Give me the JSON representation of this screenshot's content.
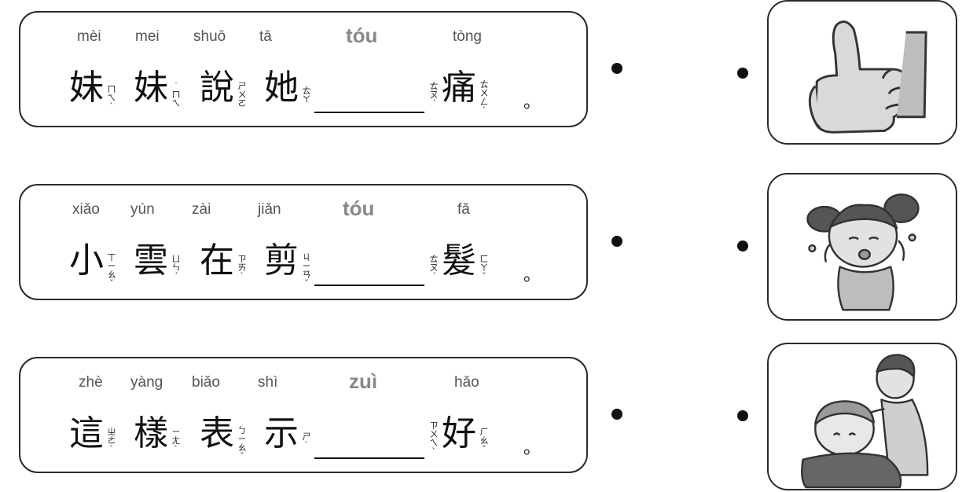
{
  "sentences": [
    {
      "pinyin": [
        "mèi",
        "mei",
        "shuō",
        "tā",
        "tóu",
        "tòng"
      ],
      "hanzi": [
        "妹",
        "妹",
        "說",
        "她",
        "",
        "痛"
      ],
      "zhuyin": [
        "ㄇㄟˋ",
        "˙ㄇㄟ",
        "ㄕㄨㄛ",
        "ㄊㄚ",
        "ㄊㄡˊ",
        "ㄊㄨㄥˋ"
      ],
      "end": "。"
    },
    {
      "pinyin": [
        "xiǎo",
        "yún",
        "zài",
        "jiǎn",
        "tóu",
        "fǎ"
      ],
      "hanzi": [
        "小",
        "雲",
        "在",
        "剪",
        "",
        "髮"
      ],
      "zhuyin": [
        "ㄒㄧㄠˇ",
        "ㄩㄣˊ",
        "ㄗㄞˋ",
        "ㄐㄧㄢˇ",
        "ㄊㄡˊ",
        "ㄈㄚˇ"
      ],
      "end": "。"
    },
    {
      "pinyin": [
        "zhè",
        "yàng",
        "biǎo",
        "shì",
        "zuì",
        "hǎo"
      ],
      "hanzi": [
        "這",
        "樣",
        "表",
        "示",
        "",
        "好"
      ],
      "zhuyin": [
        "ㄓㄜˋ",
        "ㄧㄤˋ",
        "ㄅㄧㄠˇ",
        "ㄕˋ",
        "ㄗㄨㄟˋ",
        "ㄏㄠˇ"
      ],
      "end": "。"
    }
  ],
  "pictures": [
    {
      "icon": "thumbs-up-icon"
    },
    {
      "icon": "crying-girl-icon"
    },
    {
      "icon": "haircut-icon"
    }
  ]
}
